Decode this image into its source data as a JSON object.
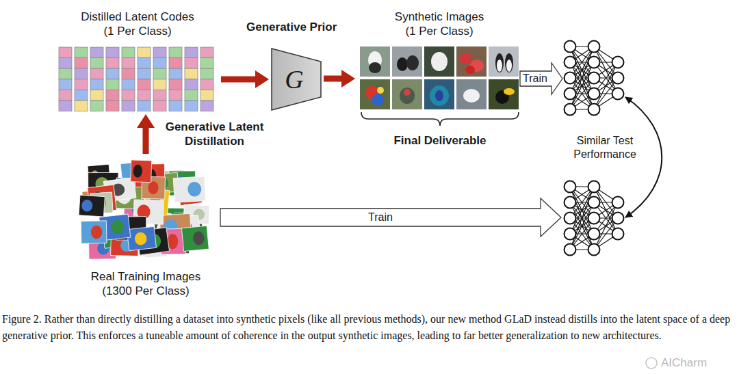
{
  "diagram": {
    "caption": "Figure 2. Rather than directly distilling a dataset into synthetic pixels (like all previous methods), our new method GLaD instead distills into the latent space of a deep generative prior. This enforces a tuneable amount of coherence in the output synthetic images, leading to far better generalization to new architectures.",
    "nodes": [
      {
        "text": [
          "Distilled Latent Codes (1 Per Class)"
        ]
      },
      {
        "text": [
          "G"
        ]
      },
      {
        "text": [
          "Synthetic Images (1 Per Class)"
        ]
      },
      {
        "text": [
          "Real Training Images (1300 Per Class)"
        ]
      }
    ],
    "edges": [
      {
        "from": 0,
        "to": 1,
        "arrow": "to"
      },
      {
        "from": 1,
        "to": 2,
        "arrow": "to"
      },
      {
        "from": 3,
        "to": 0,
        "label": "Generative Latent Distillation",
        "arrow": "to"
      }
    ],
    "labels": [
      "Generative Prior",
      "Train",
      "Final Deliverable",
      "Similar Test Performance",
      "Train",
      "AICharm"
    ]
  }
}
